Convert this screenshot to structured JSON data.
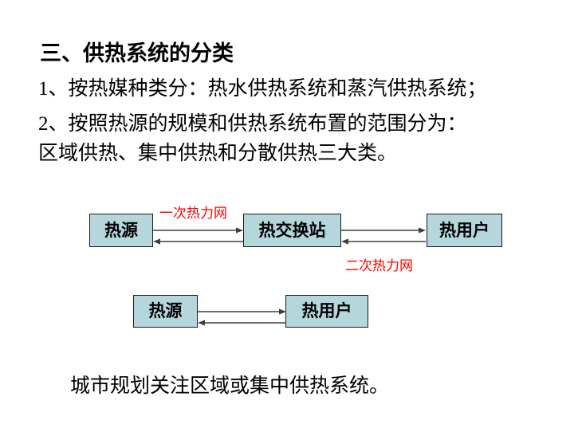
{
  "slide": {
    "title": "三、供热系统的分类",
    "lines": [
      "1、按热媒种类分：热水供热系统和蒸汽供热系统；",
      "2、按照热源的规模和供热系统布置的范围分为：",
      "区域供热、集中供热和分散供热三大类。"
    ],
    "footer": "城市规划关注区域或集中供热系统。"
  },
  "diagram": {
    "colors": {
      "box_fill": "#b5d7dc",
      "box_border": "#1a1a1a",
      "arrow": "#3f3f3f",
      "network_label": "#ff0000"
    },
    "row1": {
      "source": "热源",
      "exchange_station": "热交换站",
      "user": "热用户",
      "primary_network_label": "一次热力网",
      "secondary_network_label": "二次热力网"
    },
    "row2": {
      "source": "热源",
      "user": "热用户"
    }
  }
}
